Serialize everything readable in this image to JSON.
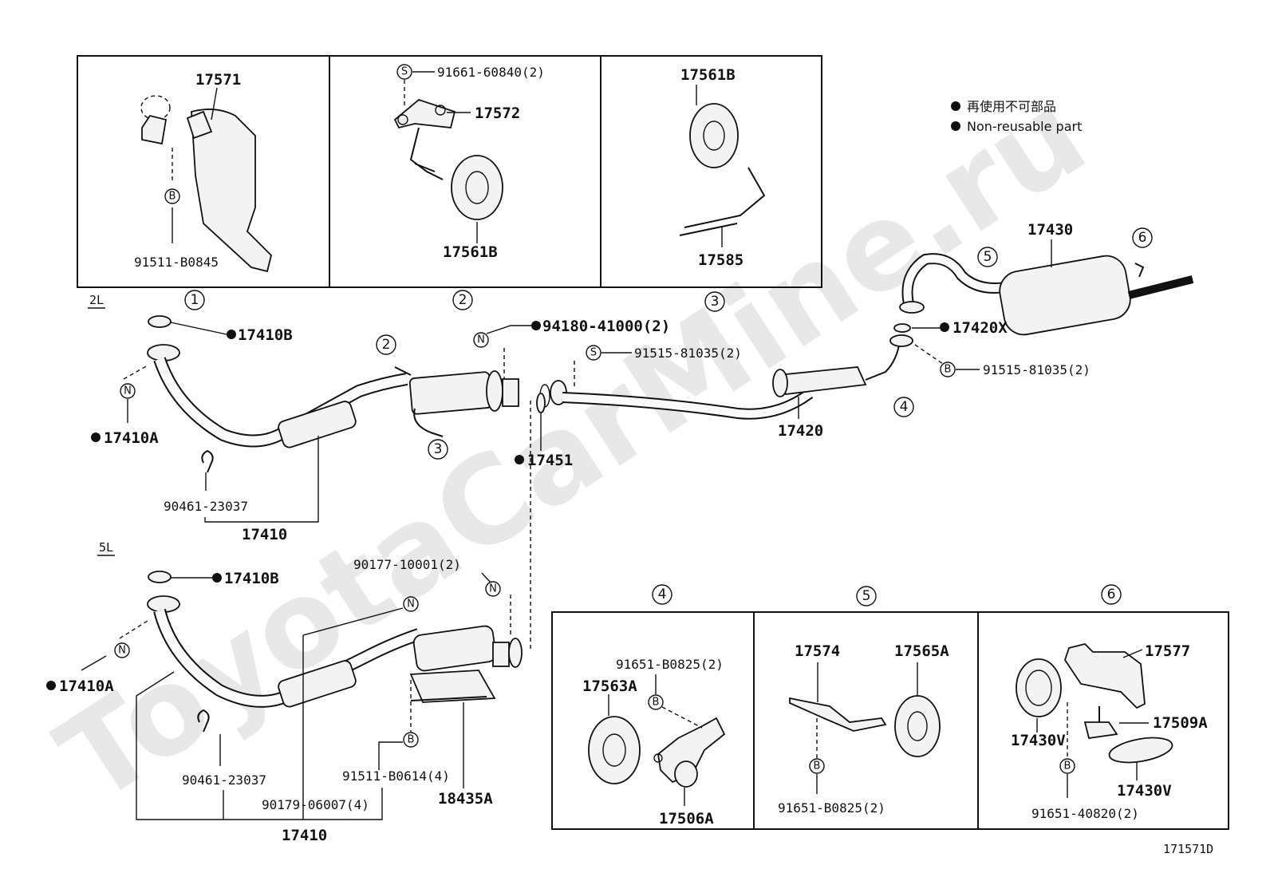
{
  "watermark": "ToyotaCarMine.ru",
  "legend": {
    "jp": "再使用不可部品",
    "en": "Non-reusable part"
  },
  "engines": {
    "a": "2L",
    "b": "5L"
  },
  "detail_numbers": [
    "①",
    "②",
    "③",
    "④",
    "⑤",
    "⑥"
  ],
  "callout_letters": {
    "b": "B",
    "n": "N",
    "s": "S"
  },
  "labels": {
    "p17571": "17571",
    "p91511_B0845": "91511-B0845",
    "p91661": "91661-60840(2)",
    "p17572": "17572",
    "p17561B_a": "17561B",
    "p17561B_b": "17561B",
    "p17585": "17585",
    "p17430": "17430",
    "p17410B_a": "17410B",
    "p17410A_a": "17410A",
    "p94180": "94180-41000(2)",
    "p91515_a": "91515-81035(2)",
    "p17420X": "17420X",
    "p91515_b": "91515-81035(2)",
    "p17451": "17451",
    "p17420": "17420",
    "p90461_a": "90461-23037",
    "p17410_a": "17410",
    "p90177": "90177-10001(2)",
    "p17410B_b": "17410B",
    "p17410A_b": "17410A",
    "p90461_b": "90461-23037",
    "p90179": "90179-06007(4)",
    "p91511_B0614": "91511-B0614(4)",
    "p18435A": "18435A",
    "p17410_b": "17410",
    "p91651_B0825_a": "91651-B0825(2)",
    "p17563A": "17563A",
    "p17506A": "17506A",
    "p17574": "17574",
    "p17565A": "17565A",
    "p91651_B0825_b": "91651-B0825(2)",
    "p17577": "17577",
    "p17509A": "17509A",
    "p17430V_a": "17430V",
    "p17430V_b": "17430V",
    "p91651_40820": "91651-40820(2)",
    "code": "171571D"
  }
}
